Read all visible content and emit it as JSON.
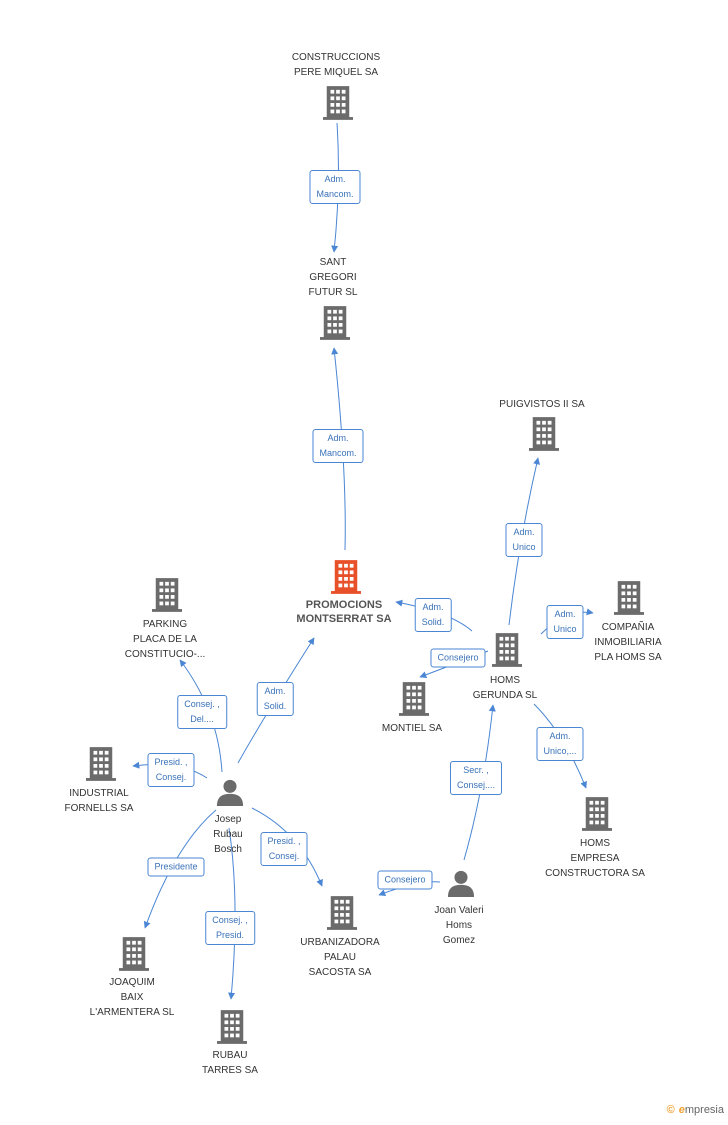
{
  "colors": {
    "edge": "#4a86d3",
    "building": "#6b6b6b",
    "building_main": "#e8502a",
    "person": "#6b6b6b"
  },
  "nodes": [
    {
      "id": "construccions",
      "type": "company",
      "label": "CONSTRUCCIONS\nPERE MIQUEL SA"
    },
    {
      "id": "santgregori",
      "type": "company",
      "label": "SANT\nGREGORI\nFUTUR SL"
    },
    {
      "id": "promocions",
      "type": "company_main",
      "label": "PROMOCIONS\nMONTSERRAT SA"
    },
    {
      "id": "puigvistos",
      "type": "company",
      "label": "PUIGVISTOS II SA"
    },
    {
      "id": "inmobiliaria",
      "type": "company",
      "label": "COMPAÑIA\nINMOBILIARIA\nPLA HOMS SA"
    },
    {
      "id": "homsgerunda",
      "type": "company",
      "label": "HOMS\nGERUNDA SL"
    },
    {
      "id": "montiel",
      "type": "company",
      "label": "MONTIEL SA"
    },
    {
      "id": "parking",
      "type": "company",
      "label": "PARKING\nPLACA DE LA\nCONSTITUCIO-..."
    },
    {
      "id": "industrial",
      "type": "company",
      "label": "INDUSTRIAL\nFORNELLS SA"
    },
    {
      "id": "josep",
      "type": "person",
      "label": "Josep\nRubau\nBosch"
    },
    {
      "id": "joan",
      "type": "person",
      "label": "Joan Valeri\nHoms\nGomez"
    },
    {
      "id": "homsempresa",
      "type": "company",
      "label": "HOMS\nEMPRESA\nCONSTRUCTORA SA"
    },
    {
      "id": "urbanizadora",
      "type": "company",
      "label": "URBANIZADORA\nPALAU\nSACOSTA SA"
    },
    {
      "id": "joaquim",
      "type": "company",
      "label": "JOAQUIM\nBAIX\nL'ARMENTERA SL"
    },
    {
      "id": "rubautarres",
      "type": "company",
      "label": "RUBAU\nTARRES SA"
    }
  ],
  "edges": [
    {
      "from": "construccions",
      "to": "santgregori",
      "label": "Adm.\nMancom."
    },
    {
      "from": "promocions",
      "to": "santgregori",
      "label": "Adm.\nMancom."
    },
    {
      "from": "homsgerunda",
      "to": "puigvistos",
      "label": "Adm.\nUnico"
    },
    {
      "from": "homsgerunda",
      "to": "promocions",
      "label": "Adm.\nSolid."
    },
    {
      "from": "homsgerunda",
      "to": "inmobiliaria",
      "label": "Adm.\nUnico"
    },
    {
      "from": "homsgerunda",
      "to": "montiel",
      "label": "Consejero"
    },
    {
      "from": "homsgerunda",
      "to": "homsempresa",
      "label": "Adm.\nUnico,..."
    },
    {
      "from": "josep",
      "to": "promocions",
      "label": "Adm.\nSolid."
    },
    {
      "from": "josep",
      "to": "parking",
      "label": "Consej. ,\nDel...."
    },
    {
      "from": "josep",
      "to": "industrial",
      "label": "Presid. ,\nConsej."
    },
    {
      "from": "josep",
      "to": "urbanizadora",
      "label": "Presid. ,\nConsej."
    },
    {
      "from": "josep",
      "to": "joaquim",
      "label": "Presidente"
    },
    {
      "from": "josep",
      "to": "rubautarres",
      "label": "Consej. ,\nPresid."
    },
    {
      "from": "joan",
      "to": "homsgerunda",
      "label": "Secr. ,\nConsej...."
    },
    {
      "from": "joan",
      "to": "urbanizadora",
      "label": "Consejero"
    }
  ],
  "footer": {
    "copyright": "©",
    "brand_initial": "e",
    "brand_rest": "mpresia"
  }
}
